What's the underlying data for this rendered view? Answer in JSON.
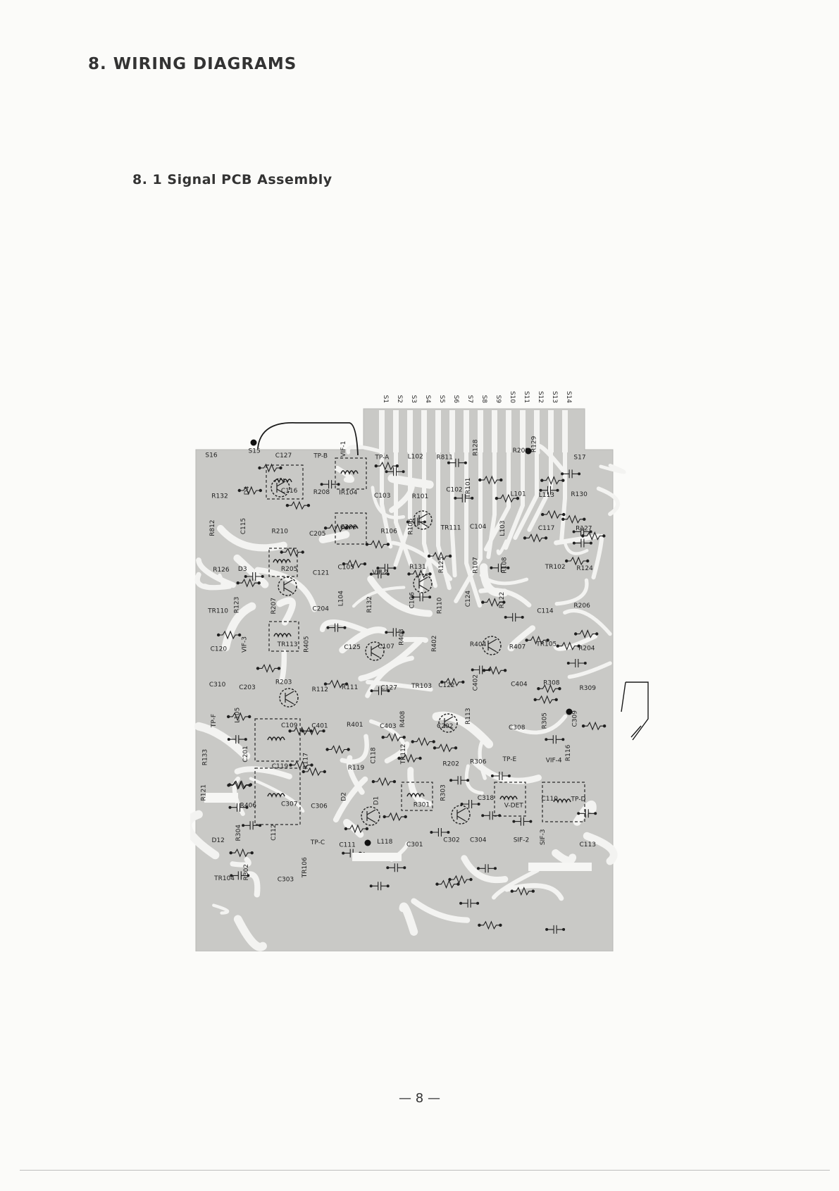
{
  "heading": "8. WIRING DIAGRAMS",
  "subheading": "8. 1 Signal PCB Assembly",
  "page_number": "— 8 —",
  "connector_pins": [
    "S1",
    "S2",
    "S3",
    "S4",
    "S5",
    "S6",
    "S7",
    "S8",
    "S9",
    "S10",
    "S11",
    "S12",
    "S13",
    "S14"
  ],
  "component_labels": [
    "S16",
    "S15",
    "C127",
    "TP-B",
    "VIF-1",
    "TP-A",
    "L102",
    "R811",
    "R128",
    "R209",
    "R129",
    "S17",
    "R132",
    "D4",
    "C116",
    "R208",
    "IR104",
    "C103",
    "R101",
    "C102",
    "TR101",
    "L101",
    "L113",
    "R130",
    "R812",
    "C115",
    "R210",
    "C205",
    "C206",
    "R106",
    "R105",
    "TR111",
    "C104",
    "L103",
    "C117",
    "R127",
    "R126",
    "D3",
    "R205",
    "C121",
    "C105",
    "VIF-2",
    "R131",
    "R125",
    "R107",
    "R108",
    "TR102",
    "R124",
    "TR110",
    "R123",
    "R207",
    "C204",
    "L104",
    "R132",
    "C106",
    "R110",
    "C124",
    "R122",
    "C114",
    "R206",
    "C120",
    "VIF-3",
    "TR113",
    "R405",
    "C125",
    "C107",
    "R403",
    "R402",
    "R404",
    "R407",
    "TR105",
    "R204",
    "C310",
    "C203",
    "R203",
    "R112",
    "R111",
    "C127",
    "TR103",
    "C122",
    "C402",
    "C404",
    "R308",
    "R309",
    "TP-F",
    "L105",
    "C109",
    "C401",
    "R401",
    "C403",
    "R408",
    "C202",
    "R113",
    "C308",
    "R305",
    "C309",
    "R133",
    "C201",
    "C119",
    "R117",
    "R119",
    "C118",
    "TR112",
    "R202",
    "R306",
    "TP-E",
    "VIF-4",
    "R116",
    "R121",
    "R406",
    "C307",
    "C306",
    "D2",
    "D1",
    "R301",
    "R303",
    "C318",
    "V-DET",
    "C110",
    "TP-D",
    "D12",
    "R304",
    "C112",
    "TP-C",
    "C111",
    "L118",
    "C301",
    "C302",
    "C304",
    "SIF-2",
    "SIF-3",
    "C113",
    "TR104",
    "R302",
    "C303",
    "TR106"
  ]
}
